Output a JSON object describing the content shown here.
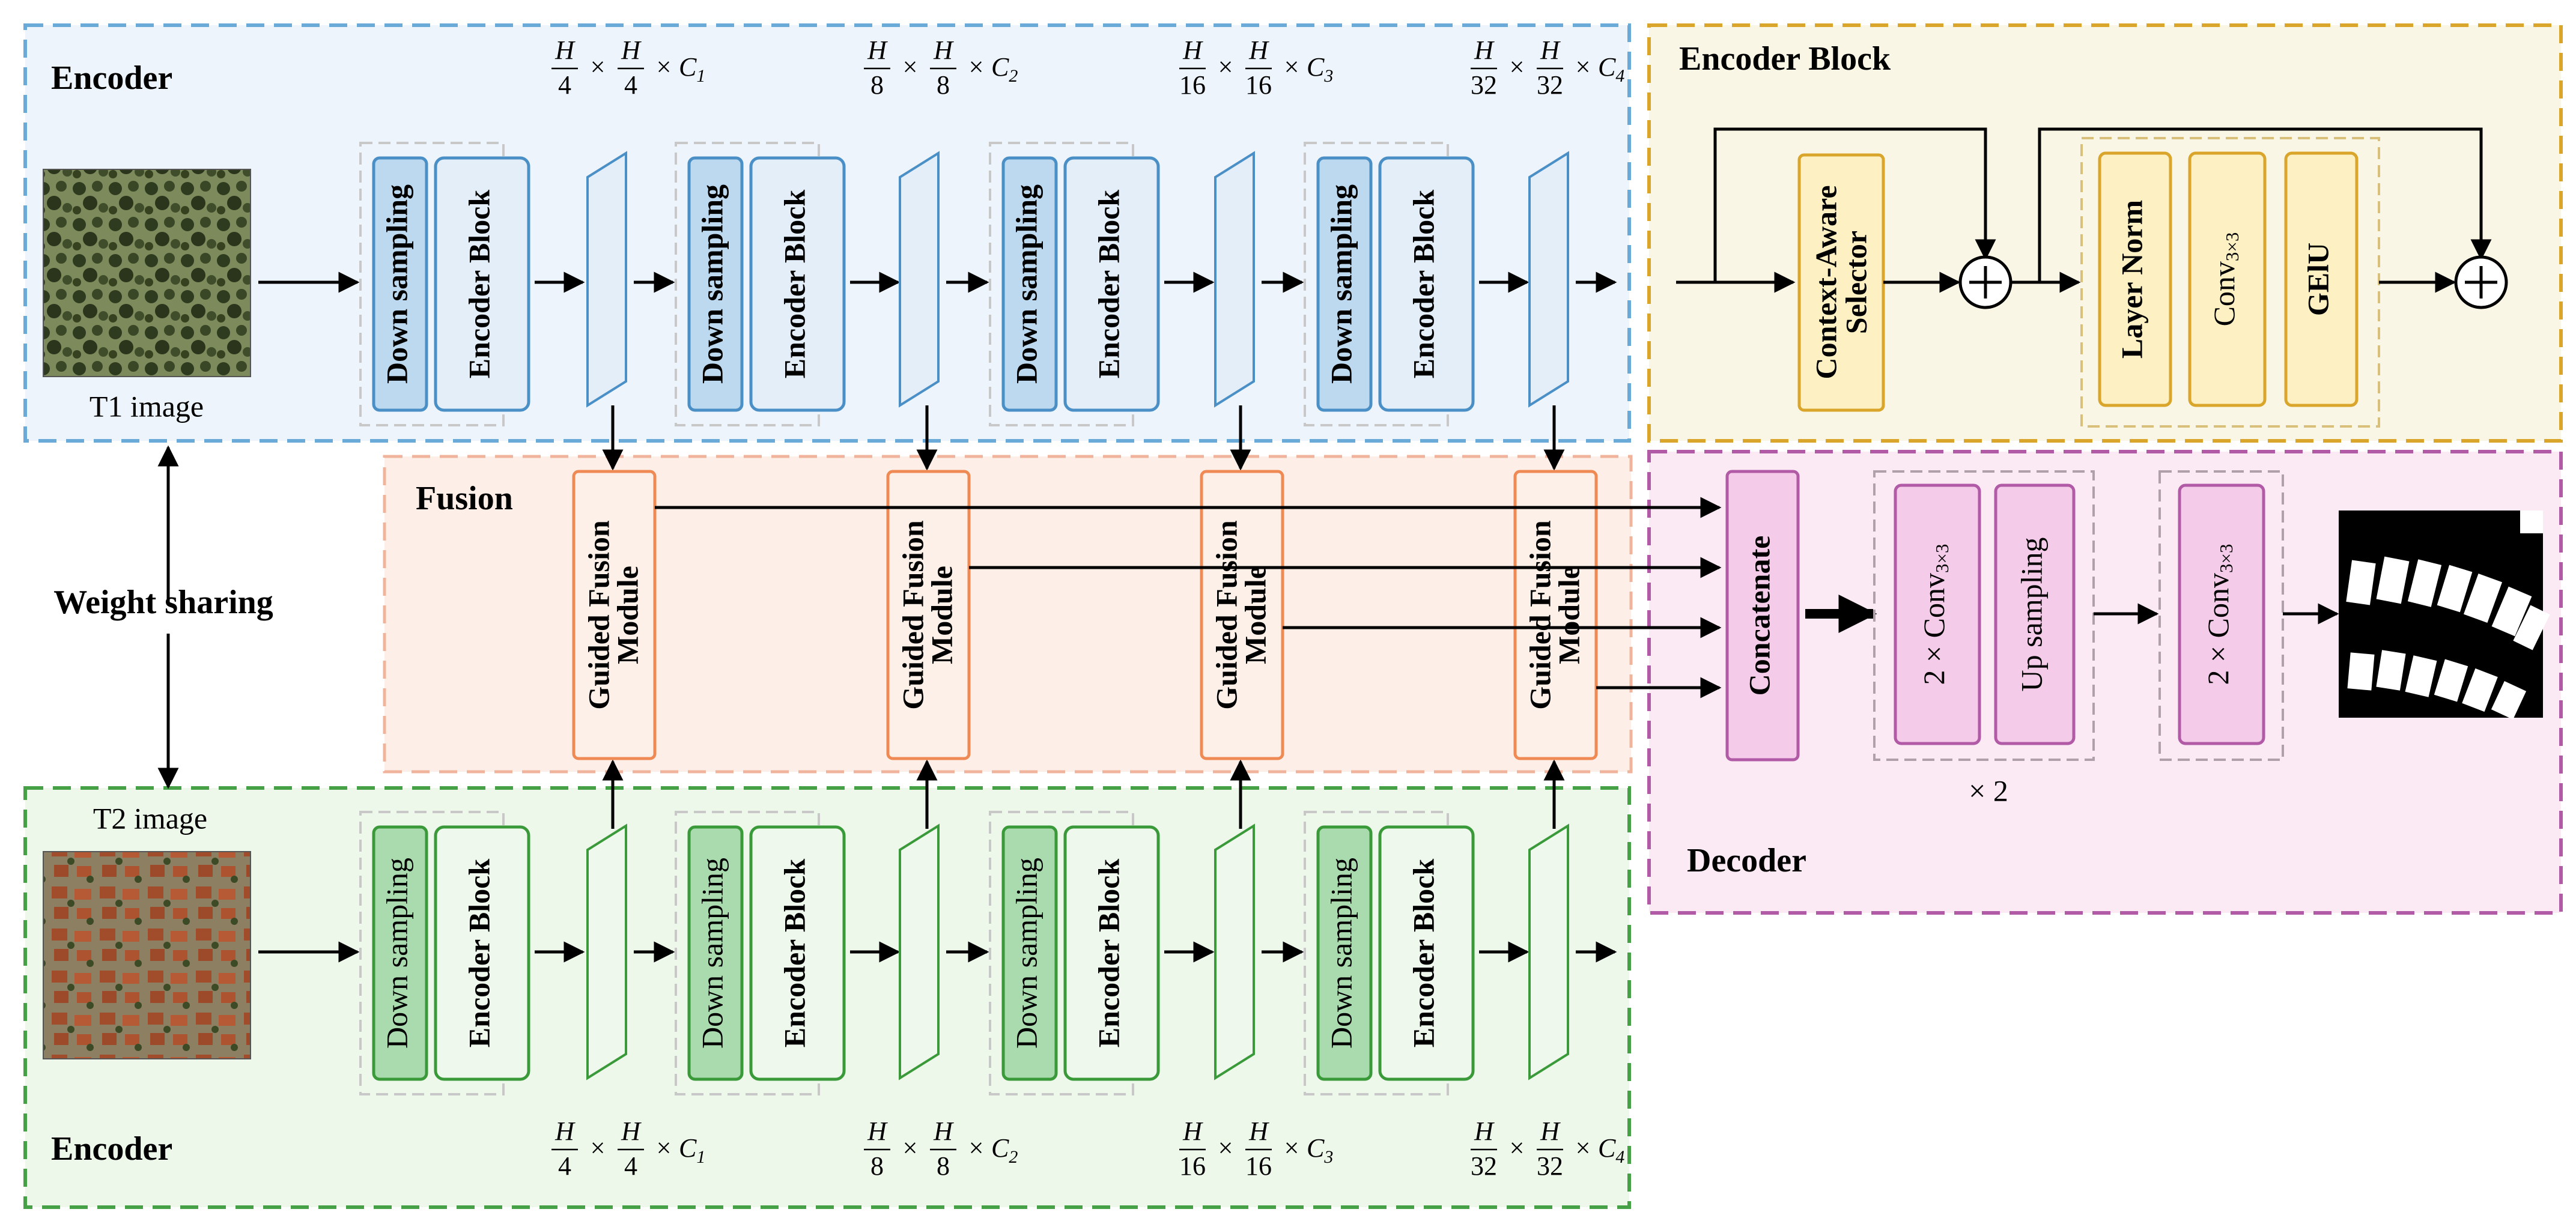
{
  "encoder_top": {
    "title": "Encoder",
    "image_label": "T1 image",
    "blocks": [
      {
        "down": "Down sampling",
        "enc": "Encoder Block"
      },
      {
        "down": "Down sampling",
        "enc": "Encoder Block"
      },
      {
        "down": "Down sampling",
        "enc": "Encoder Block"
      },
      {
        "down": "Down sampling",
        "enc": "Encoder Block"
      }
    ],
    "dims": [
      {
        "den": "4",
        "ch": "C",
        "sub": "1"
      },
      {
        "den": "8",
        "ch": "C",
        "sub": "2"
      },
      {
        "den": "16",
        "ch": "C",
        "sub": "3"
      },
      {
        "den": "32",
        "ch": "C",
        "sub": "4"
      }
    ]
  },
  "encoder_bottom": {
    "title": "Encoder",
    "image_label": "T2 image",
    "blocks": [
      {
        "down": "Down sampling",
        "enc": "Encoder Block"
      },
      {
        "down": "Down sampling",
        "enc": "Encoder Block"
      },
      {
        "down": "Down sampling",
        "enc": "Encoder Block"
      },
      {
        "down": "Down sampling",
        "enc": "Encoder Block"
      }
    ],
    "dims": [
      {
        "den": "4",
        "ch": "C",
        "sub": "1"
      },
      {
        "den": "8",
        "ch": "C",
        "sub": "2"
      },
      {
        "den": "16",
        "ch": "C",
        "sub": "3"
      },
      {
        "den": "32",
        "ch": "C",
        "sub": "4"
      }
    ]
  },
  "weight_sharing": "Weight sharing",
  "fusion": {
    "title": "Fusion",
    "modules": [
      {
        "line1": "Guided Fusion",
        "line2": "Module"
      },
      {
        "line1": "Guided Fusion",
        "line2": "Module"
      },
      {
        "line1": "Guided Fusion",
        "line2": "Module"
      },
      {
        "line1": "Guided Fusion",
        "line2": "Module"
      }
    ]
  },
  "encoder_block_detail": {
    "title": "Encoder Block",
    "selector_line1": "Context-Aware",
    "selector_line2": "Selector",
    "layer_norm": "Layer Norm",
    "conv": "Conv",
    "conv_sub": "3×3",
    "gelu": "GElU"
  },
  "decoder": {
    "title": "Decoder",
    "concatenate": "Concatenate",
    "conv_a": "2 × Conv",
    "conv_a_sub": "3×3",
    "upsampling": "Up sampling",
    "repeat": "× 2",
    "conv_b": "2 × Conv",
    "conv_b_sub": "3×3"
  },
  "symbols": {
    "h": "H",
    "times": "×"
  },
  "colors": {
    "enc_top_bg": "#edf4fb",
    "enc_top_border": "#6aaad8",
    "enc_top_fill": "#bcd9ef",
    "enc_bot_bg": "#edf7ea",
    "enc_bot_border": "#46a046",
    "enc_bot_fill": "#a9dbaf",
    "fusion_bg": "#fdefe8",
    "fusion_border": "#f0b49c",
    "fusion_box": "#ef8a55",
    "block_bg": "#faf6e6",
    "block_border": "#d9a52a",
    "block_fill": "#fdf0c2",
    "dec_bg": "#fbeaf4",
    "dec_border": "#b15aa6",
    "dec_fill": "#f4cbe8"
  }
}
